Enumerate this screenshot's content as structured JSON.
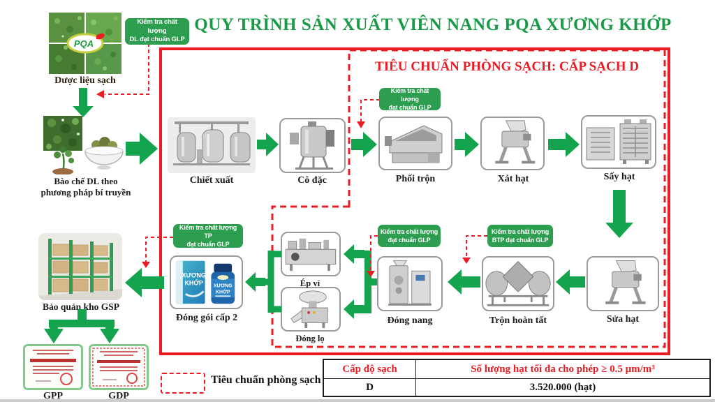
{
  "title": "QUY TRÌNH SẢN XUẤT VIÊN NANG PQA XƯƠNG KHỚP",
  "clean_room_header": "TIÊU CHUẨN PHÒNG SẠCH: CẤP SẠCH D",
  "logo": {
    "text": "PQA"
  },
  "product": {
    "line1": "XƯƠNG",
    "line2": "KHỚP"
  },
  "stages": {
    "duoc_lieu": "Dược liệu sạch",
    "bao_che_line1": "Bào chế DL theo",
    "bao_che_line2": "phương pháp bí truyền",
    "chiet_xuat": "Chiết xuất",
    "co_dac": "Cô đặc",
    "phoi_tron": "Phối trộn",
    "xat_hat": "Xát hạt",
    "say_hat": "Sấy hạt",
    "sua_hat": "Sửa hạt",
    "tron_hoan_tat": "Trộn hoàn tất",
    "dong_nang": "Đóng nang",
    "ep_vi": "Ép vỉ",
    "dong_lo": "Đóng lọ",
    "dong_goi": "Đóng gói cấp 2",
    "bao_quan": "Bảo quản kho GSP",
    "gpp": "GPP",
    "gdp": "GDP"
  },
  "callouts": {
    "dl": {
      "line1": "Kiểm tra chất lượng",
      "line2": "DL đạt chuẩn GLP"
    },
    "glp_mix": {
      "line1": "Kiểm tra chất lượng",
      "line2": "đạt chuẩn GLP"
    },
    "glp_cap": {
      "line1": "Kiểm tra chất lượng",
      "line2": "đạt chuẩn GLP"
    },
    "btp": {
      "line1": "Kiểm tra chất lượng",
      "line2": "BTP đạt chuẩn GLP"
    },
    "tp": {
      "line1": "Kiểm tra chất lượng TP",
      "line2": "đạt chuẩn GLP"
    }
  },
  "legend": {
    "label": "Tiêu chuẩn phòng sạch"
  },
  "table": {
    "headers": [
      "Cấp độ sạch",
      "Số lượng hạt tối đa cho phép ≥ 0.5 μm/m³"
    ],
    "rows": [
      [
        "D",
        "3.520.000 (hạt)"
      ]
    ]
  },
  "colors": {
    "arrow_green": "#14a44d",
    "callout_green": "#2d9e4f",
    "red": "#ec1c24",
    "title_green": "#189a46"
  }
}
